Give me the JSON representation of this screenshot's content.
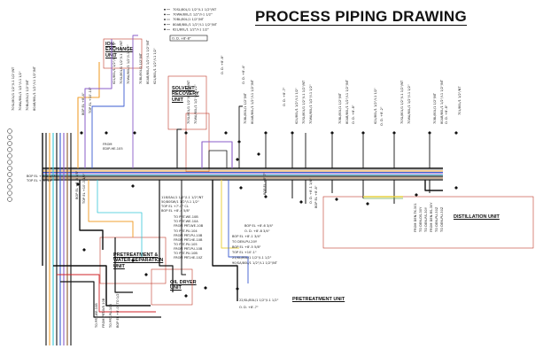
{
  "title": "PROCESS PIPING DRAWING",
  "units": [
    {
      "id": "ion-exchange",
      "lines": [
        "ION-",
        "EXCHANGE",
        "UNIT"
      ]
    },
    {
      "id": "solvent-recovery",
      "lines": [
        "SOLVENT",
        "RECOVERY",
        "UNIT"
      ]
    },
    {
      "id": "pretreatment-water-separation",
      "lines": [
        "PRETREATMENT &",
        "WATER SEPARATION",
        "UNIT"
      ]
    },
    {
      "id": "oil-dryer",
      "lines": [
        "OIL DRYER",
        "UNIT"
      ]
    },
    {
      "id": "pretreatment",
      "lines": [
        "PRETREATMENT UNIT"
      ]
    },
    {
      "id": "distillation",
      "lines": [
        "DISTILLATION UNIT"
      ]
    }
  ],
  "legend": {
    "lines": [
      "70SL/80L/1 1/2\"/I-1 1/2\"/NT",
      "70WA/80L/1 1/2\"/I-1 1/2\"",
      "70BL/80L/1 1/2\"/NT",
      "80AB/80L/1 1/2\"/I-1 1/2\"/NT",
      "62L/80L/1 1/2\"/I-1 1/2\""
    ],
    "note": "O. D. +8'-8\""
  },
  "tags": {
    "bop_1": "BOP EL +8'-4\"",
    "top_1": "TOP EL +10'-10\"",
    "from_1": "FROM",
    "from_2": "EDIP-HE-105",
    "od_1": "O. D. +8'-8\"",
    "od_2": "O. D. +8'-4\"",
    "od_3": "O. D. +8'-7\"",
    "od_4": "O. D. +8'-2\"",
    "bop_2": "BOP EL +8'-5 3/4\"",
    "top_2": "TOP EL +10'-3 1/2\"",
    "stack_a": "118/SAL/1 1/2\"/I-1 1/2\"/NT",
    "stack_b": "50/80SW/1 1/2\"/I-1 1/2\"",
    "stack_c": "TOP EL +7'-0\" CL",
    "stack_d": "BOP EL +8'-4 5/8\"",
    "pt_1": "TO PRT-WE-10B",
    "pt_2": "TO PRT-WE-10A",
    "pt_3": "FROM PRT-WE-10B",
    "pt_4": "TO PRT-PU-104",
    "pt_5": "FROM PRT-PU-10B",
    "pt_6": "FROM PRT-HE-10B",
    "pt_7": "TO PRT-PU-105",
    "pt_8": "FROM PRT-PU-10B",
    "pt_9": "TO PRT-PU-10B",
    "pt_10": "FROM PRT-HE-10Z",
    "pt_11": "BOP EL +8'-1 3/4\"",
    "pt_12": "TO DEN-PU-20Y",
    "pt_13": "BOP EL +8'-5 5/8\"",
    "pt_14": "TOP EL +10'-1\"",
    "pt_15": "21/SL/80L/1 1/2\"/I-1 1/2\"",
    "pt_16": "90/SA/80L/1 1/2\"/I-1 1/2\"/NT",
    "pt_17": "O. D. +8'-8 3/4\"",
    "pt_18": "BOP EL +8'-6 3/4\"",
    "pt_19": "BOP EL +8'-7\"",
    "od_5": "22/SL/80L/1 1/2\"/I-1 1/2\"",
    "od_6": "O. D. +8'-7\"",
    "pw_1": "TO PRT-WE-10B",
    "pw_2": "FROM PRT-WE-10B",
    "pw_3": "TO PRT-PU-10B",
    "pw_4": "BOP EL +8'-0\" TO 1/2\"",
    "left_1": "BOP EL +8'-8 1/4\"",
    "left_2": "TOP EL +10'-10\"",
    "dist_1": "FROM DEN-TK-301",
    "dist_2": "TO DEN-DS-30Y",
    "dist_3": "TO DEN-RS-30Y",
    "dist_4": "FROM DEN-RS-30Y",
    "dist_5": "TO DEN-PU-30Z",
    "dist_6": "TO DEN-PU-30Z",
    "mid_1": "O. D. +8'-1 1/4\"",
    "mid_2": "BOP EL +8'-8\"",
    "right_od_1": "O. D. +8'-8\"",
    "right_od_2": "O. D. +8'-8\"",
    "right_stack": "70L/80L/1 1/2\"/NT"
  }
}
